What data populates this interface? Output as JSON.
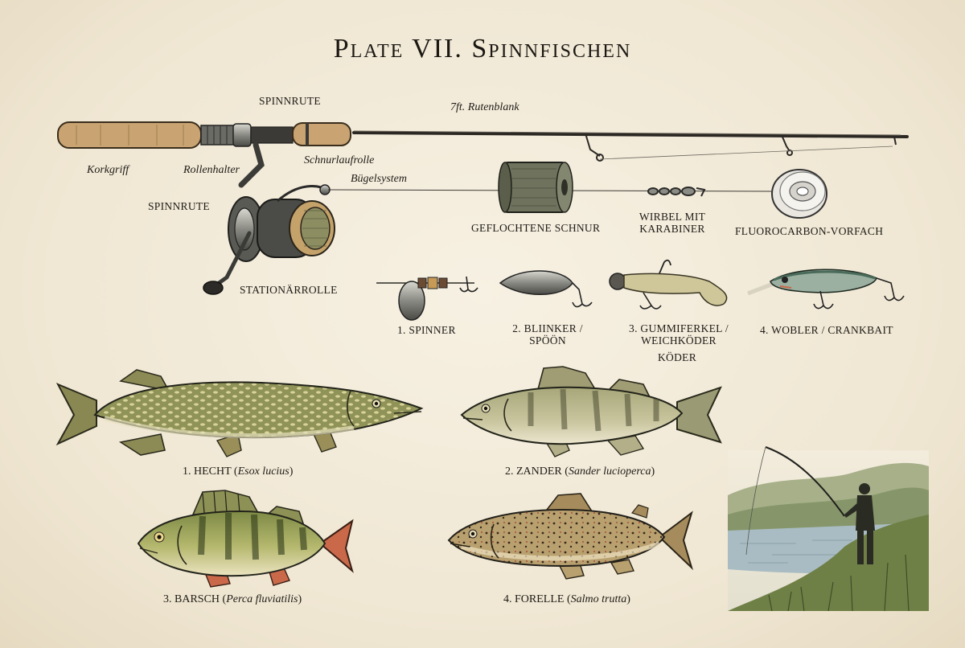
{
  "title": "Plate VII. Spinnfischen",
  "rod": {
    "spinnrute_top": "SPINNRUTE",
    "blank": "7ft. Rutenblank",
    "korkgriff": "Korkgriff",
    "rollenhalter": "Rollenhalter",
    "schnurlaufrolle": "Schnurlaufrolle",
    "buegelsystem": "Bügelsystem",
    "spinnrute_reel": "SPINNRUTE",
    "stationaerrolle": "STATIONÄRROLLE"
  },
  "tackle": {
    "schnur": "GEFLOCHTENE SCHNUR",
    "wirbel_line1": "WIRBEL MIT",
    "wirbel_line2": "KARABINER",
    "vorfach": "FLUOROCARBON-VORFACH"
  },
  "lures": {
    "spinner": "1. SPINNER",
    "blinker_line1": "2. BLIINKER /",
    "blinker_line2": "SPÖÖN",
    "gummi_line1": "3. GUMMIFERKEL /",
    "gummi_line2": "WEICHKÖDER",
    "koeder": "KÖDER",
    "wobler": "4. WOBLER / CRANKBAIT"
  },
  "fish": {
    "hecht": {
      "name": "1. HECHT",
      "latin": "Esox lucius"
    },
    "zander": {
      "name": "2. ZANDER",
      "latin": "Sander lucioperca"
    },
    "barsch": {
      "name": "3. BARSCH",
      "latin": "Perca fluviatilis"
    },
    "forelle": {
      "name": "4. FORELLE",
      "latin": "Salmo trutta"
    }
  },
  "colors": {
    "paper": "#f3ecdc",
    "ink": "#1d1a16",
    "cork": "#c9a472",
    "olive": "#8c8f58",
    "pike": "#8f9357",
    "zander": "#b7b486",
    "perch": "#9aa15e",
    "trout": "#b8a06f",
    "fin_red": "#c9694a",
    "water": "#a9bcc3",
    "grass": "#6f8046"
  }
}
